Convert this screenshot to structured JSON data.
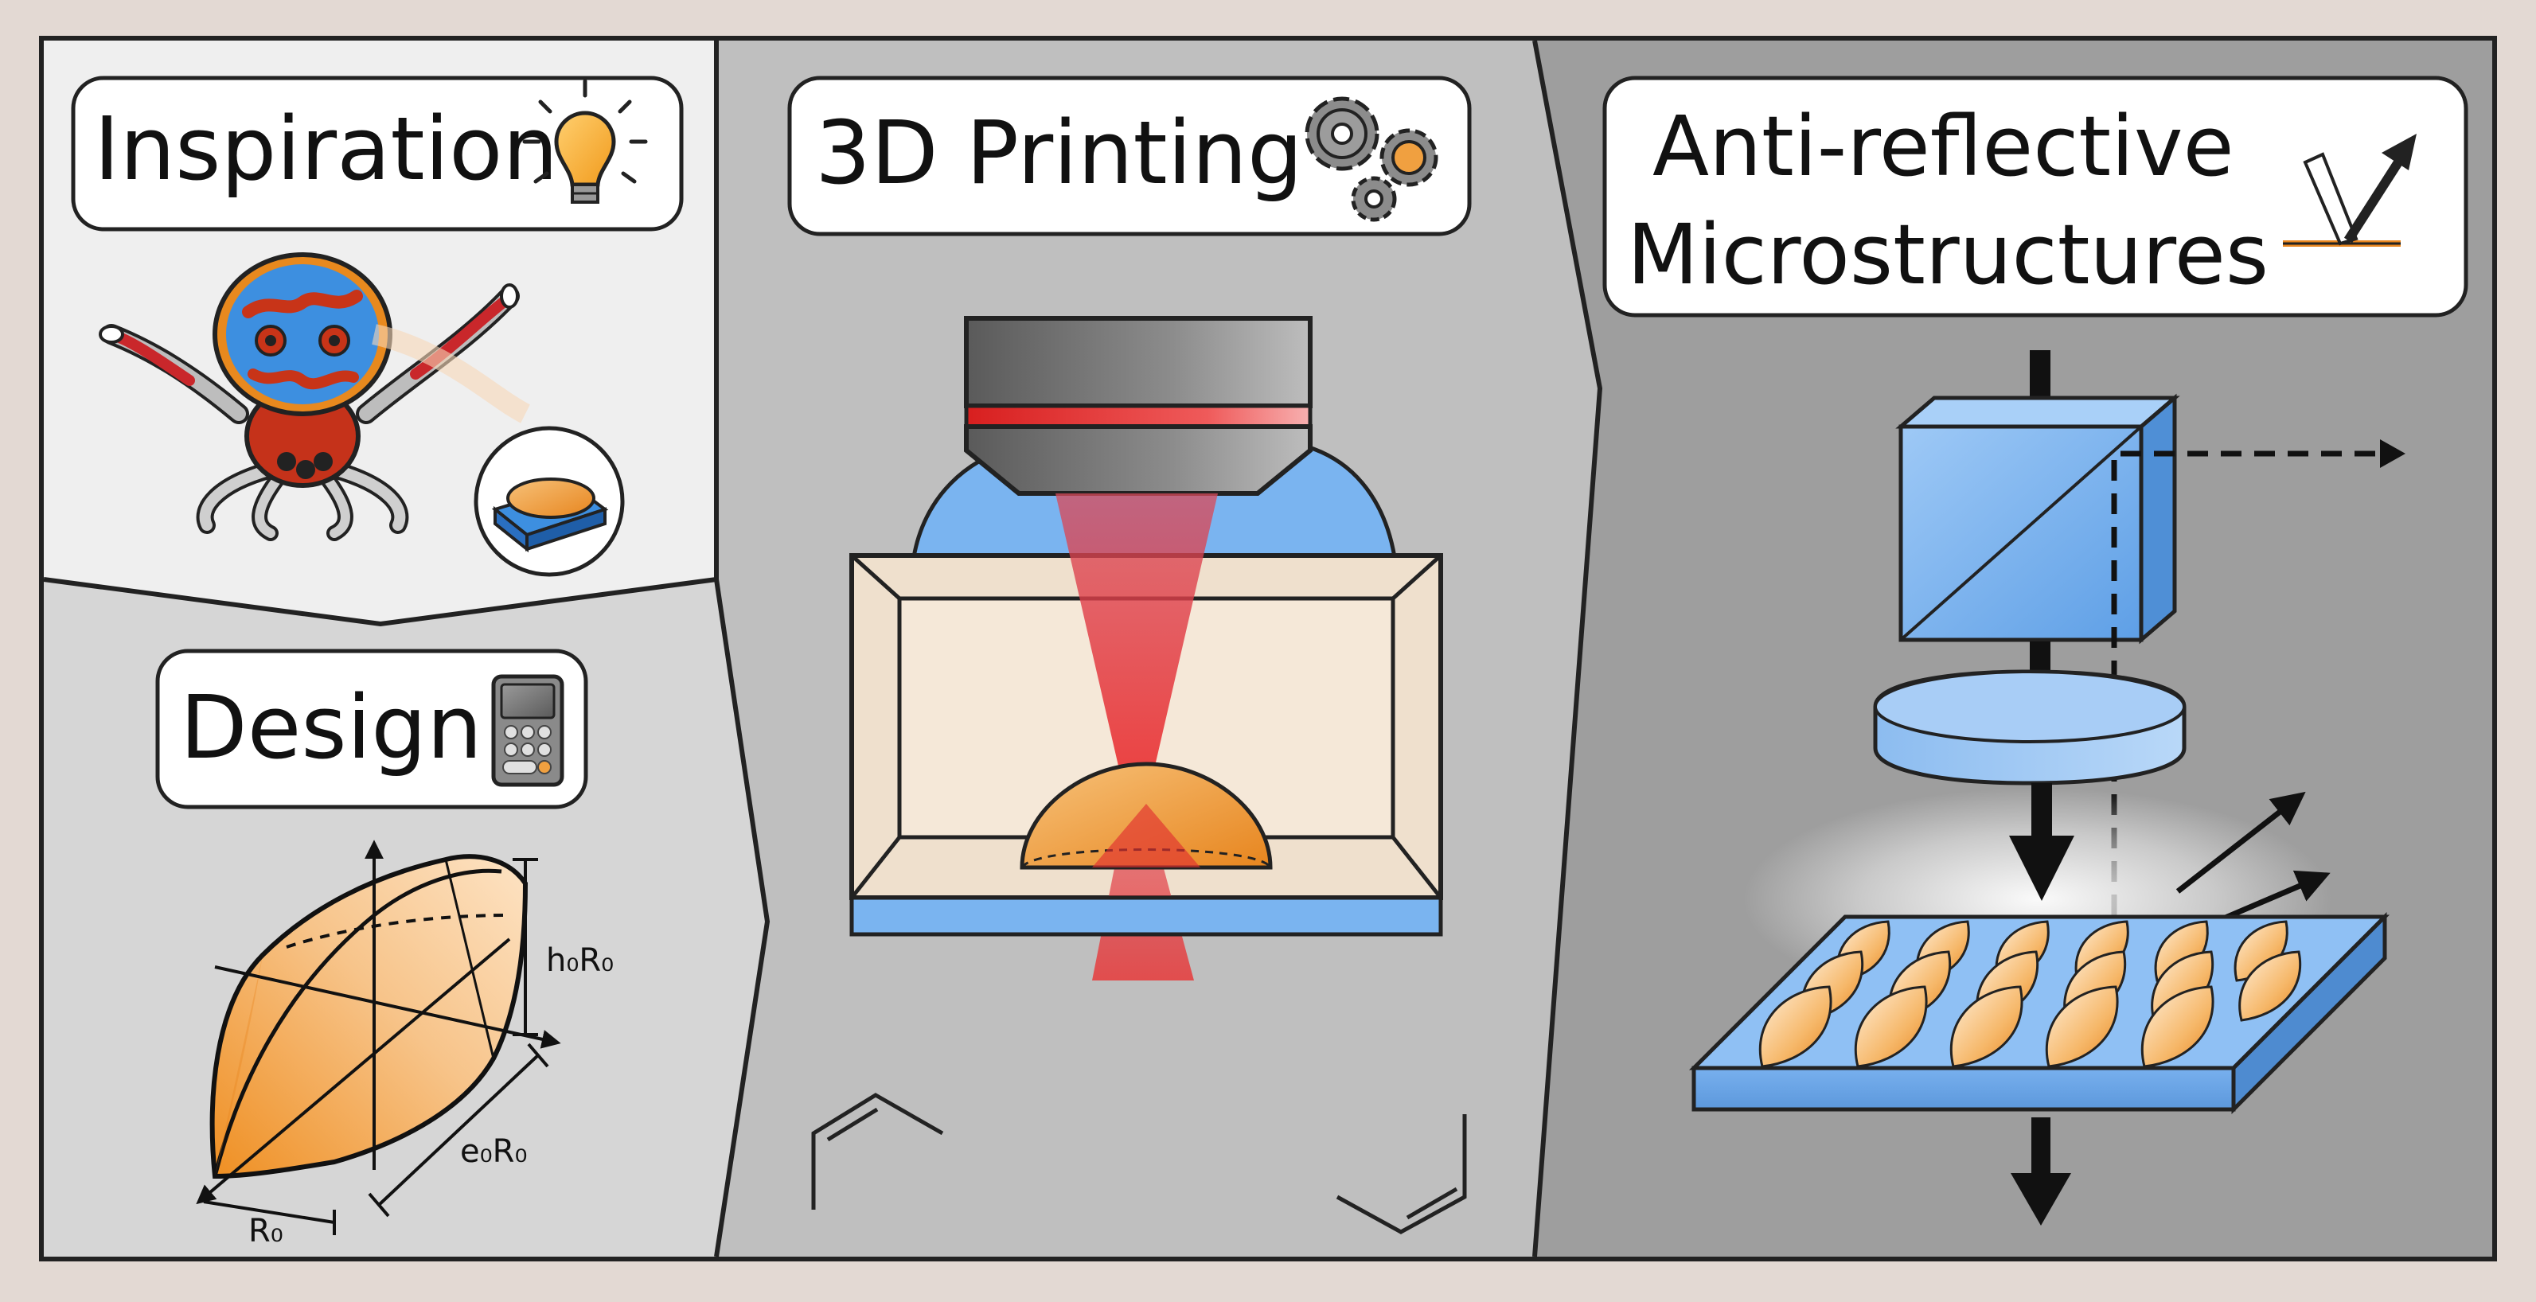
{
  "panels": {
    "inspiration": {
      "title": "Inspiration",
      "icon": "lightbulb-icon"
    },
    "design": {
      "title": "Design",
      "icon": "calculator-icon",
      "labels": {
        "height": "h₀R₀",
        "elongation": "e₀R₀",
        "radius": "R₀"
      }
    },
    "printing": {
      "title": "3D Printing",
      "icon": "gears-icon"
    },
    "antireflective": {
      "title_line1": "Anti-reflective",
      "title_line2": "Microstructures",
      "icon": "reflection-icon"
    }
  },
  "colors": {
    "frame": "#e3d9d3",
    "panel_light": "#efefef",
    "panel_mid": "#d6d6d6",
    "panel_print": "#bfbfbf",
    "panel_dark": "#9e9e9e",
    "accent_orange": "#f0a040",
    "accent_blue": "#7ab4f0",
    "laser_red": "#e03030",
    "spider_blue": "#3d8fe0",
    "spider_red": "#c83418"
  }
}
